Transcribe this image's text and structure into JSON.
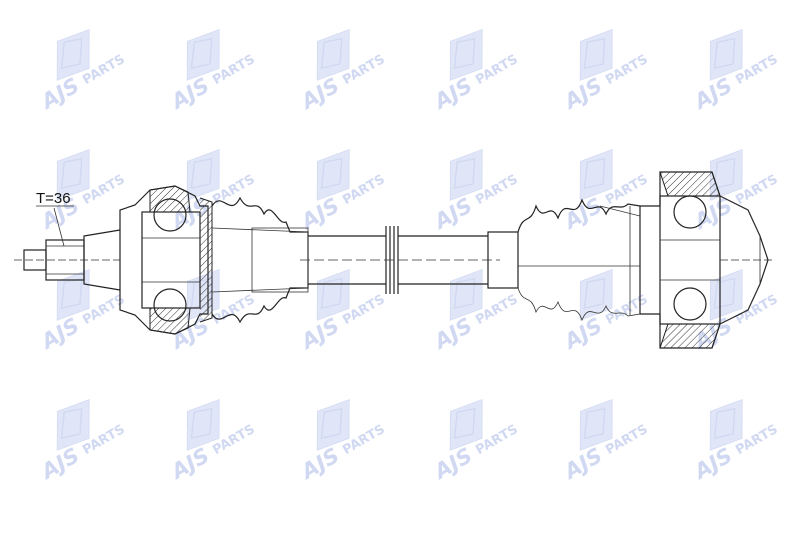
{
  "watermark": {
    "brand": "AJS",
    "suffix": "PARTS",
    "color": "#c9d3f0"
  },
  "drawing": {
    "spline_label": "T=36",
    "line_color": "#222222"
  }
}
